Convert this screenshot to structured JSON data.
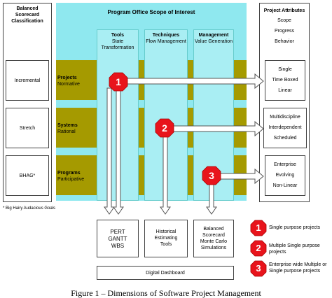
{
  "left": {
    "title": "Balanced Scorecard Classification",
    "items": [
      "Incremental",
      "Stretch",
      "BHAG*"
    ],
    "footnote": "* Big Hairy Audacious Goals"
  },
  "center": {
    "title": "Program Office Scope of Interest",
    "columns": [
      {
        "title": "Tools",
        "subtitle": "State Transformation"
      },
      {
        "title": "Techniques",
        "subtitle": "Flow Management"
      },
      {
        "title": "Management",
        "subtitle": "Value Generation"
      }
    ],
    "bands": [
      {
        "title": "Projects",
        "subtitle": "Normative"
      },
      {
        "title": "Systems",
        "subtitle": "Rational"
      },
      {
        "title": "Programs",
        "subtitle": "Participative"
      }
    ],
    "markers": [
      "1",
      "2",
      "3"
    ],
    "outputs": [
      "PERT GANTT WBS",
      "Historical Estimating Tools",
      "Balanced Scorecard Monte Carlo Simulations"
    ],
    "dashboard": "Digital Dashboard"
  },
  "right": {
    "title": "Project Attributes",
    "attributes": [
      "Scope",
      "Progress",
      "Behavior"
    ],
    "groups": [
      [
        "Single",
        "Time Boxed",
        "Linear"
      ],
      [
        "Multidiscipline",
        "Interdependent",
        "Scheduled"
      ],
      [
        "Enterprise",
        "Evolving",
        "Non-Linear"
      ]
    ]
  },
  "legend": [
    {
      "marker": "1",
      "text": "Single purpose projects"
    },
    {
      "marker": "2",
      "text": "Multiple Single purpose projects"
    },
    {
      "marker": "3",
      "text": "Enterprise wide Multiple or Single purpose projects"
    }
  ],
  "caption": "Figure 1 – Dimensions of Software Project Management",
  "colors": {
    "cyan": "#8fe8ef",
    "olive": "#a59a00",
    "marker": "#e8141c"
  }
}
